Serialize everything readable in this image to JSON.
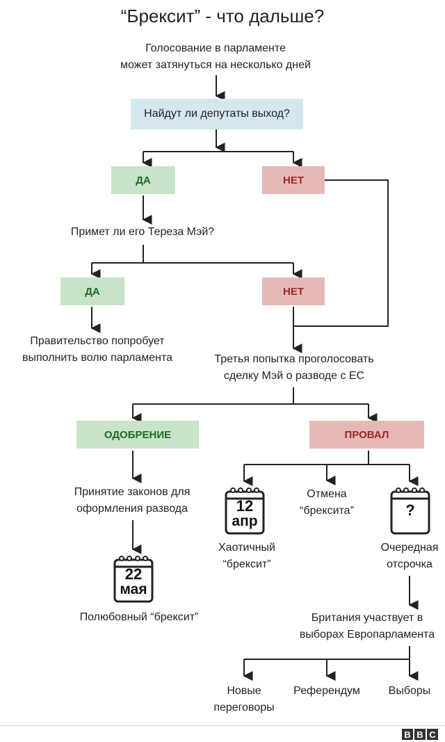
{
  "title": "“Брексит” - что дальше?",
  "intro": "Голосование в парламенте\nможет затянуться на несколько дней",
  "q1": "Найдут ли депутаты выход?",
  "q1_yes": "ДА",
  "q1_no": "НЕТ",
  "q2": "Примет ли его Тереза Мэй?",
  "q2_yes": "ДА",
  "q2_no": "НЕТ",
  "gov": "Правительство попробует\nвыполнить волю парламента",
  "third_vote": "Третья попытка проголосовать\nсделку Мэй о разводе с ЕС",
  "approval": "ОДОБРЕНИЕ",
  "failure": "ПРОВАЛ",
  "laws": "Принятие законов для\nоформления развода",
  "cal_may": {
    "day": "22",
    "month": "мая"
  },
  "amicable": "Полюбовный “брексит”",
  "cal_apr": {
    "day": "12",
    "month": "апр"
  },
  "chaotic": "Хаотичный\n“брексит”",
  "cancel": "Отмена\n“брексита”",
  "cal_q": {
    "mark": "?"
  },
  "delay": "Очередная\nотсрочка",
  "eu_elections": "Британия участвует в\nвыборах Европарламента",
  "new_talks": "Новые\nпереговоры",
  "referendum": "Референдум",
  "elections": "Выборы",
  "logo": [
    "B",
    "B",
    "C"
  ],
  "colors": {
    "question": "#d3e7ec",
    "yes": "#c7e3c9",
    "no": "#e5b9b6",
    "yes_text": "#1f6b23",
    "no_text": "#9a2a23",
    "line": "#222222"
  }
}
